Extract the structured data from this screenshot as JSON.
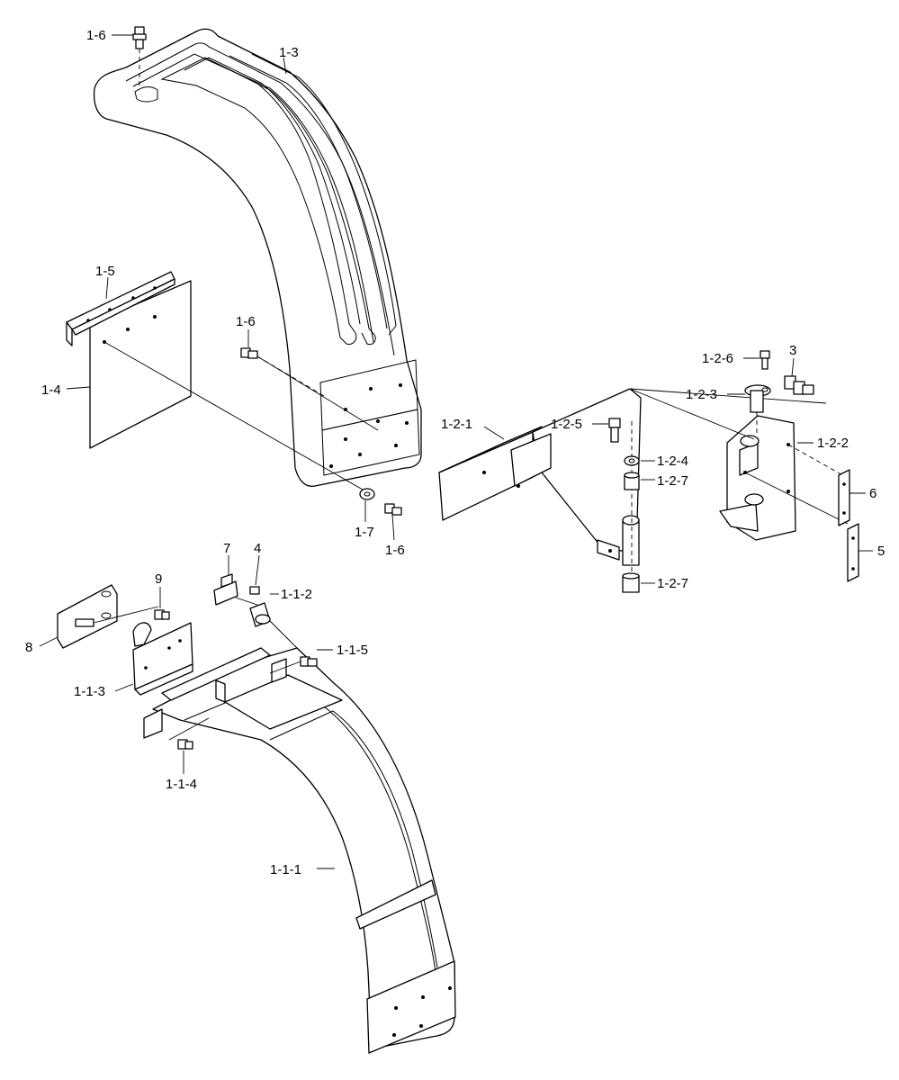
{
  "callouts": {
    "p1_6_top": "1-6",
    "p1_3": "1-3",
    "p1_5": "1-5",
    "p1_6_mid": "1-6",
    "p1_4": "1-4",
    "p1_7": "1-7",
    "p1_6_low": "1-6",
    "p1_2_1": "1-2-1",
    "p1_2_5": "1-2-5",
    "p1_2_4": "1-2-4",
    "p1_2_7_top": "1-2-7",
    "p1_2_7_bot": "1-2-7",
    "p1_2_6": "1-2-6",
    "p1_2_3": "1-2-3",
    "p3": "3",
    "p1_2_2": "1-2-2",
    "p6": "6",
    "p5": "5",
    "p7": "7",
    "p4": "4",
    "p1_1_2": "1-1-2",
    "p9": "9",
    "p8": "8",
    "p1_1_3": "1-1-3",
    "p1_1_5": "1-1-5",
    "p1_1_4": "1-1-4",
    "p1_1_1": "1-1-1"
  }
}
